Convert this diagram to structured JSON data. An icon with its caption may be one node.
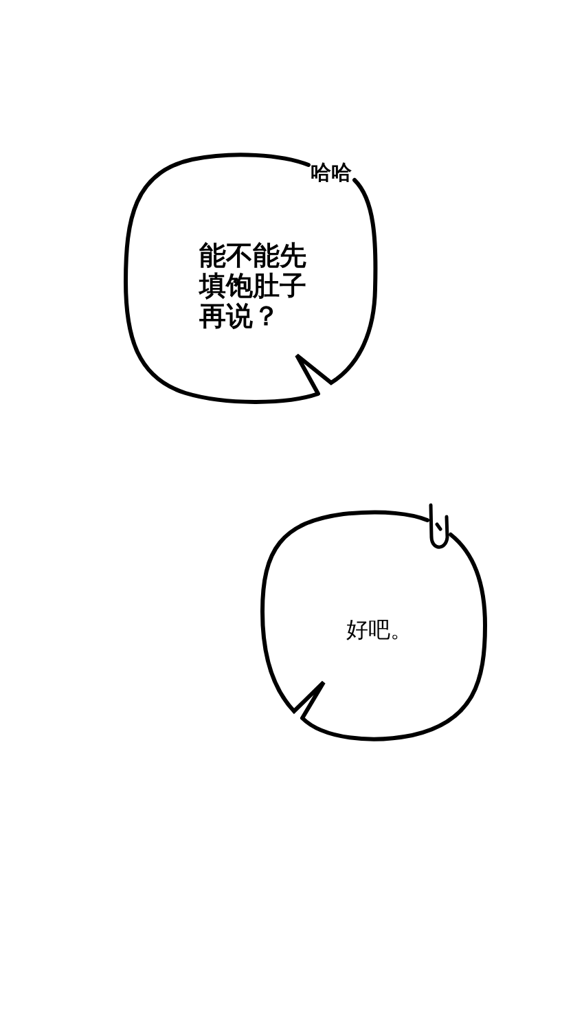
{
  "diagram": {
    "nodes": [
      {
        "text": [
          "能不能先填饱肚子再说？",
          "哈哈"
        ]
      },
      {
        "text": [
          "好吧。"
        ]
      }
    ]
  }
}
